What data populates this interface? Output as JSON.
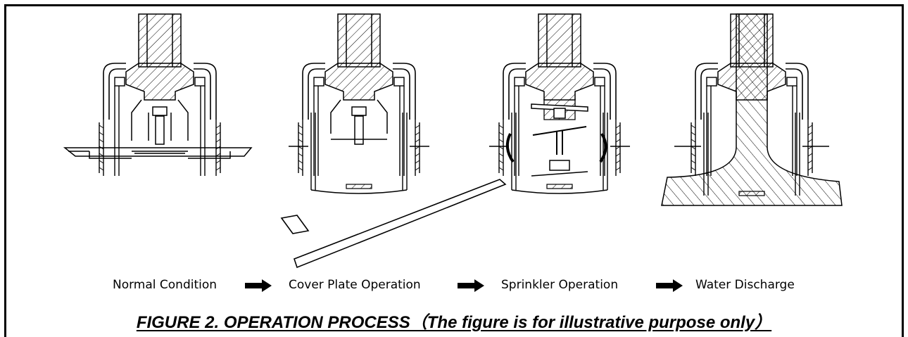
{
  "steps": [
    {
      "label": "Normal Condition"
    },
    {
      "label": "Cover Plate Operation"
    },
    {
      "label": "Sprinkler Operation"
    },
    {
      "label": "Water Discharge"
    }
  ],
  "caption": "FIGURE 2. OPERATION PROCESS（The figure is for illustrative purpose only）",
  "icons": [
    "arrow-right-icon"
  ]
}
